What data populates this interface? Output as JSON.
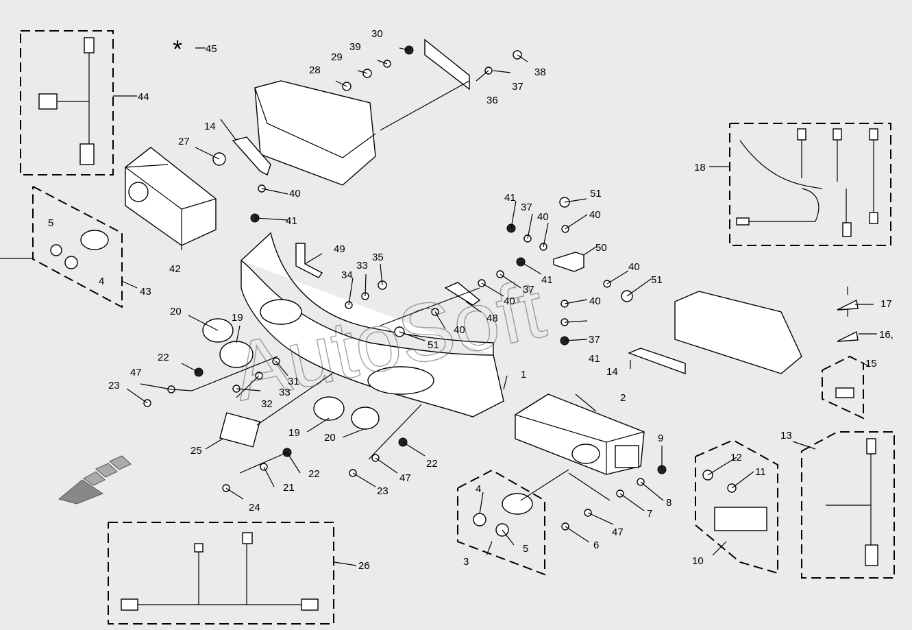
{
  "watermark": "AutoSoft",
  "asterisk_note": {
    "symbol": "*",
    "label": "45"
  },
  "labels": {
    "l1": "1",
    "l2": "2",
    "l3": "3",
    "l4a": "4",
    "l4b": "4",
    "l5a": "5",
    "l5b": "5",
    "l6": "6",
    "l7": "7",
    "l8": "8",
    "l9": "9",
    "l10": "10",
    "l11": "11",
    "l12": "12",
    "l13": "13",
    "l14a": "14",
    "l14b": "14",
    "l15": "15",
    "l16": "16,",
    "l17": "17",
    "l18": "18",
    "l19a": "19",
    "l19b": "19",
    "l20a": "20",
    "l20b": "20",
    "l21": "21",
    "l22a": "22",
    "l22b": "22",
    "l22c": "22",
    "l23a": "23",
    "l23b": "23",
    "l24": "24",
    "l25": "25",
    "l26": "26",
    "l27": "27",
    "l28": "28",
    "l29": "29",
    "l30": "30",
    "l31": "31",
    "l32": "32",
    "l33a": "33",
    "l33b": "33",
    "l34": "34",
    "l35": "35",
    "l36": "36",
    "l37a": "37",
    "l37b": "37",
    "l37c": "37",
    "l37d": "37",
    "l38": "38",
    "l39": "39",
    "l40a": "40",
    "l40b": "40",
    "l40c": "40",
    "l40d": "40",
    "l40e": "40",
    "l40f": "40",
    "l40g": "40",
    "l41a": "41",
    "l41b": "41",
    "l41c": "41",
    "l41d": "41",
    "l42": "42",
    "l43": "43",
    "l44": "44",
    "l47a": "47",
    "l47b": "47",
    "l47c": "47",
    "l48": "48",
    "l49": "49",
    "l50": "50",
    "l51a": "51",
    "l51b": "51",
    "l51c": "51"
  }
}
